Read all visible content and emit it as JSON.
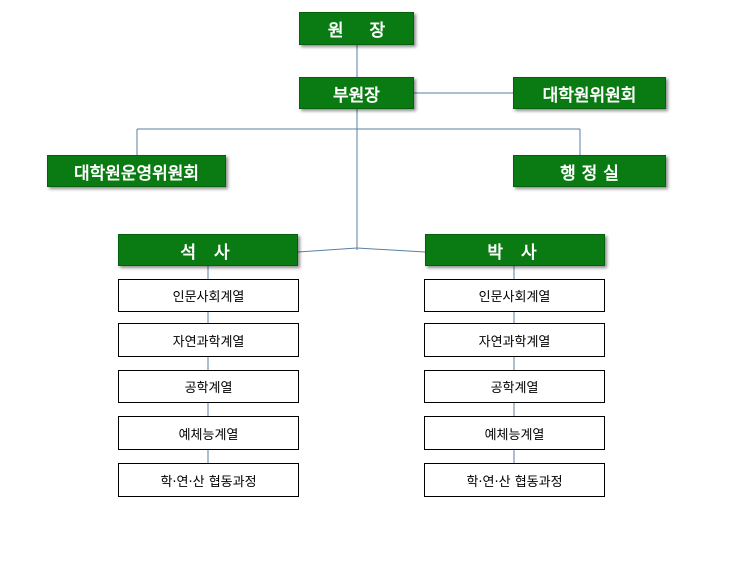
{
  "director": "원 장",
  "vice_director": "부원장",
  "graduate_committee": "대학원위원회",
  "operations_committee": "대학원운영위원회",
  "admin_office": "행 정 실",
  "masters": {
    "title": "석 사",
    "fields": [
      "인문사회계열",
      "자연과학계열",
      "공학계열",
      "예체능계열",
      "학·연·산 협동과정"
    ]
  },
  "doctoral": {
    "title": "박 사",
    "fields": [
      "인문사회계열",
      "자연과학계열",
      "공학계열",
      "예체능계열",
      "학·연·산 협동과정"
    ]
  },
  "colors": {
    "box_fill": "#0a7b12",
    "connector": "#5a7fa3",
    "text_on_green": "#ffffff"
  }
}
